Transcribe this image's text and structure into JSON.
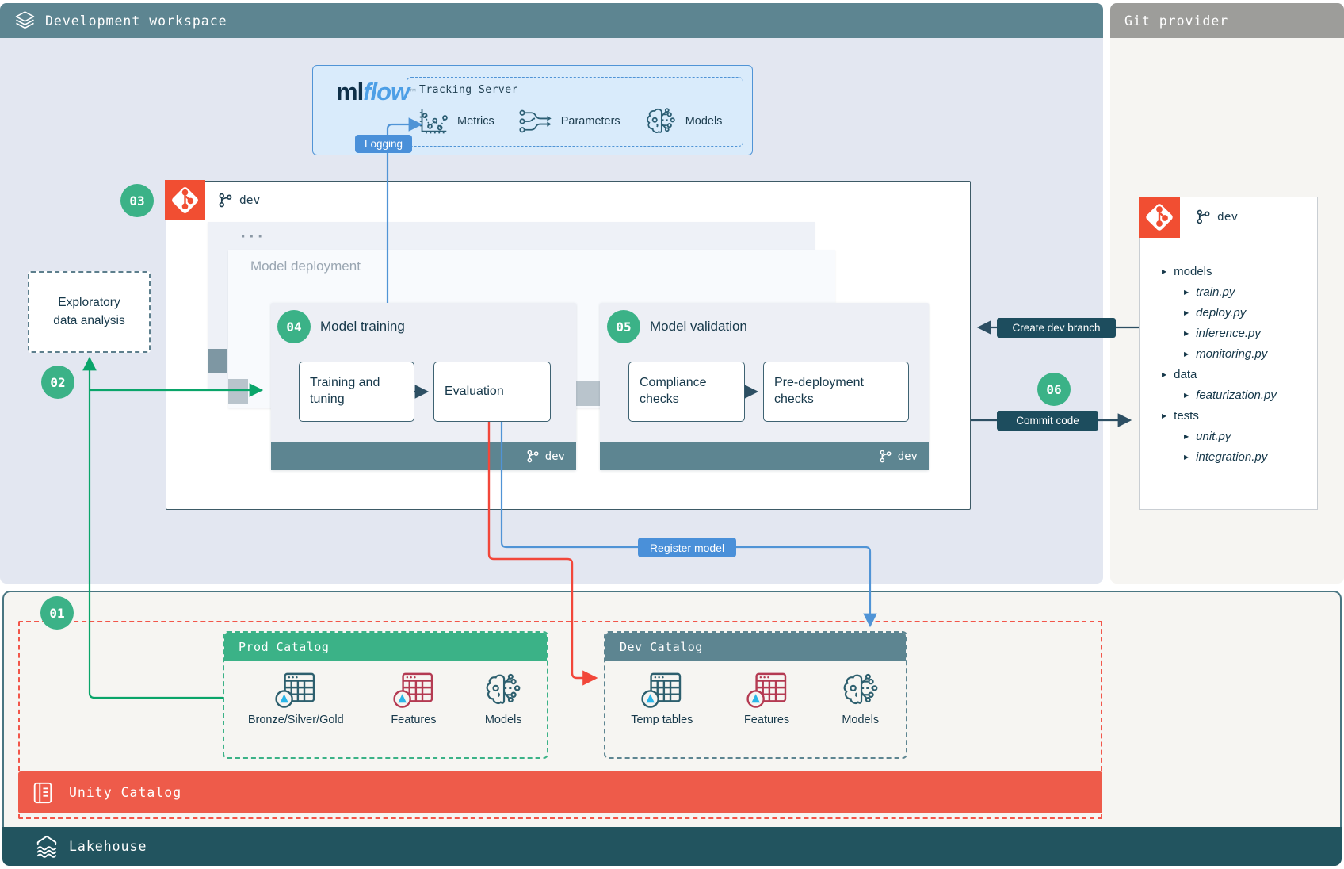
{
  "headers": {
    "workspace": "Development workspace",
    "git_provider": "Git provider"
  },
  "icons": {
    "tree_bullet": "▶",
    "dots": "···",
    "trademark": "™"
  },
  "mlflow": {
    "logo_ml": "ml",
    "logo_flow": "flow",
    "logging_label": "Logging",
    "tracking_server": {
      "title": "Tracking Server",
      "items": [
        {
          "icon": "metrics-icon",
          "label": "Metrics"
        },
        {
          "icon": "parameters-icon",
          "label": "Parameters"
        },
        {
          "icon": "brain-icon",
          "label": "Models"
        }
      ]
    }
  },
  "eda": {
    "line1": "Exploratory",
    "line2": "data analysis"
  },
  "badges": {
    "b01": "01",
    "b02": "02",
    "b03": "03",
    "b04": "04",
    "b05": "05",
    "b06": "06"
  },
  "dev_box": {
    "branch": "dev",
    "deployment_title": "Model deployment",
    "training": {
      "title": "Model training",
      "step1": "Training and tuning",
      "step2": "Evaluation",
      "branch": "dev"
    },
    "validation": {
      "title": "Model validation",
      "step1": "Compliance checks",
      "step2": "Pre-deployment checks",
      "branch": "dev"
    }
  },
  "connectors": {
    "register_model": "Register model",
    "create_dev_branch": "Create dev branch",
    "commit_code": "Commit code"
  },
  "git_panel": {
    "branch": "dev",
    "tree": [
      {
        "label": "models",
        "children": [
          "train.py",
          "deploy.py",
          "inference.py",
          "monitoring.py"
        ]
      },
      {
        "label": "data",
        "children": [
          "featurization.py"
        ]
      },
      {
        "label": "tests",
        "children": [
          "unit.py",
          "integration.py"
        ]
      }
    ]
  },
  "catalogs": {
    "prod": {
      "title": "Prod Catalog",
      "items": [
        {
          "icon": "delta-table-icon",
          "label": "Bronze/Silver/Gold"
        },
        {
          "icon": "features-table-icon",
          "label": "Features"
        },
        {
          "icon": "brain-icon",
          "label": "Models"
        }
      ]
    },
    "dev": {
      "title": "Dev Catalog",
      "items": [
        {
          "icon": "delta-table-icon",
          "label": "Temp tables"
        },
        {
          "icon": "features-table-icon",
          "label": "Features"
        },
        {
          "icon": "brain-icon",
          "label": "Models"
        }
      ]
    }
  },
  "unity_catalog": {
    "title": "Unity Catalog"
  },
  "lakehouse": {
    "title": "Lakehouse"
  },
  "colors": {
    "slate": "#5d8591",
    "teal_dark": "#22545f",
    "green": "#3bb287",
    "green_line": "#0aa56a",
    "coral": "#ee5b4a",
    "git_red": "#f14e32",
    "blue": "#4a90d9",
    "pill_dark": "#1d4d5e",
    "lavender": "#e3e7f1",
    "cream": "#f6f5f2",
    "gray_header": "#9d9d9a",
    "line_red": "#f2473a"
  }
}
